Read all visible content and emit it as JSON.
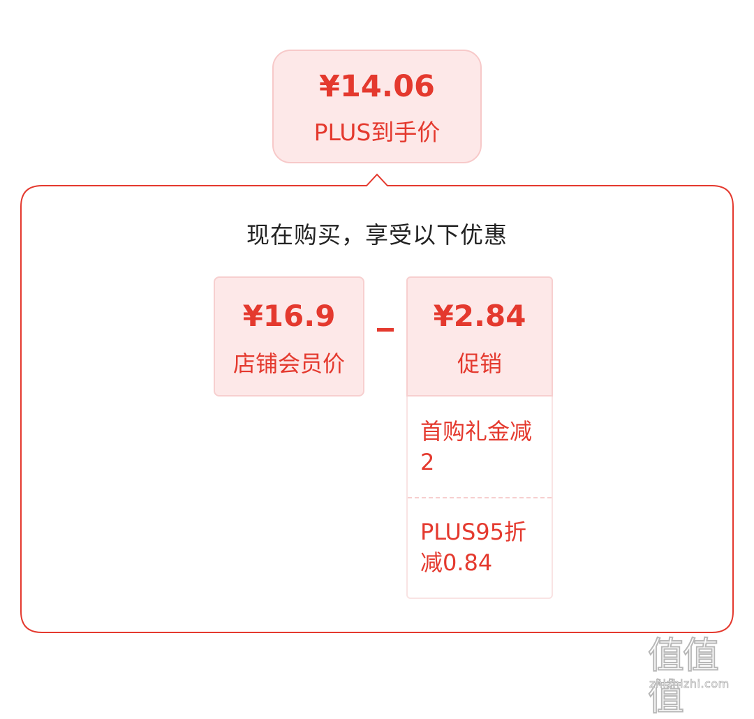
{
  "plus_price": {
    "price": "¥14.06",
    "label": "PLUS到手价"
  },
  "breakdown": {
    "title": "现在购买，享受以下优惠",
    "member_card": {
      "price": "¥16.9",
      "label": "店铺会员价"
    },
    "operator": "-",
    "promo_card": {
      "price": "¥2.84",
      "label": "促销"
    },
    "promo_details": [
      "首购礼金减2",
      "PLUS95折减0.84"
    ]
  },
  "watermark": {
    "glyphs": "值值值",
    "url": "zhizhizhi.com"
  },
  "colors": {
    "accent": "#e4392e",
    "bubble_bg": "#fde8e8",
    "panel_border": "#e4392e"
  }
}
